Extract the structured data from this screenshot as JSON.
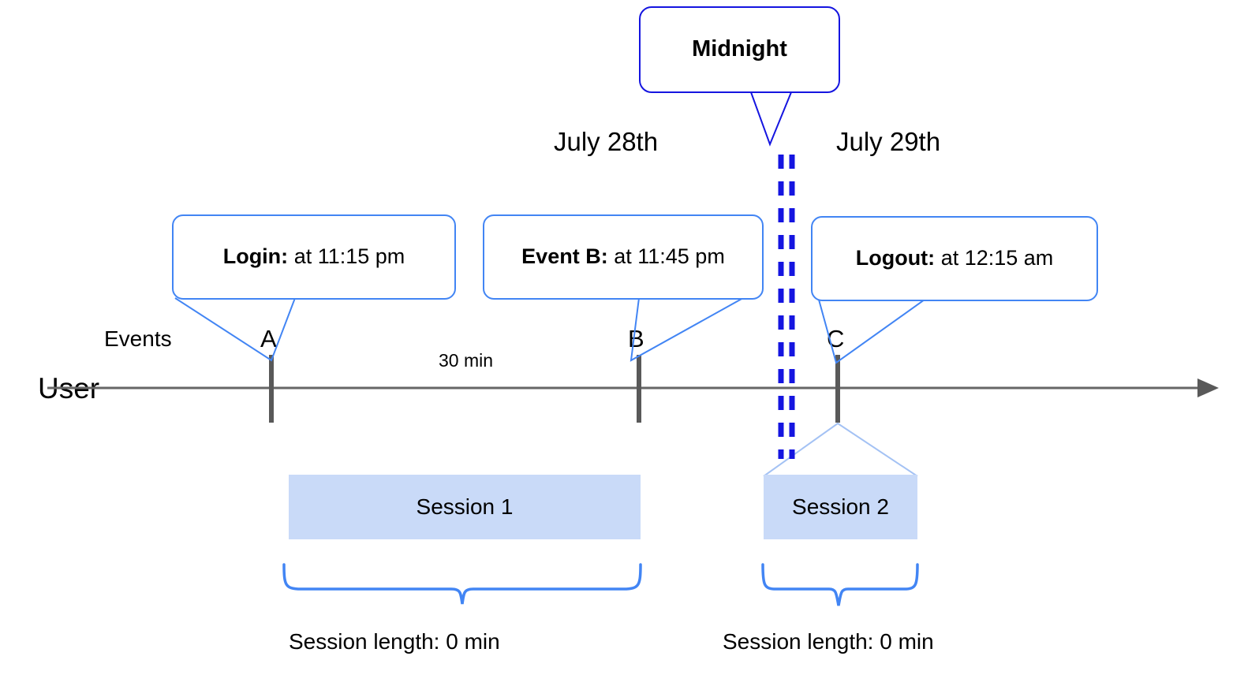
{
  "diagram": {
    "title": "User session timeline across midnight",
    "colors": {
      "callout_border": "#4285f4",
      "midnight_border": "#1515e0",
      "midnight_dash": "#1515e0",
      "session_fill": "#c9daf8",
      "axis": "#666666",
      "tick": "#595959",
      "brace": "#4285f4",
      "text": "#000000"
    }
  },
  "midnight_callout": {
    "label": "Midnight"
  },
  "dates": {
    "left": "July 28th",
    "right": "July 29th"
  },
  "axis": {
    "row_label": "User",
    "events_label": "Events",
    "duration_label": "30 min"
  },
  "events": [
    {
      "letter": "A",
      "title": "Login:",
      "detail": "at 11:15 pm"
    },
    {
      "letter": "B",
      "title": "Event B:",
      "detail": "at 11:45 pm"
    },
    {
      "letter": "C",
      "title": "Logout:",
      "detail": "at 12:15 am"
    }
  ],
  "sessions": [
    {
      "name": "Session 1",
      "length_label": "Session length: 0 min"
    },
    {
      "name": "Session 2",
      "length_label": "Session length: 0 min"
    }
  ],
  "chart_data": {
    "type": "timeline",
    "title": "User session timeline across midnight",
    "axis_label": "User",
    "events": [
      {
        "letter": "A",
        "label": "Login",
        "time": "11:15 pm",
        "date": "July 28th"
      },
      {
        "letter": "B",
        "label": "Event B",
        "time": "11:45 pm",
        "date": "July 28th"
      },
      {
        "letter": "C",
        "label": "Logout",
        "time": "12:15 am",
        "date": "July 29th"
      }
    ],
    "intervals": [
      {
        "from": "A",
        "to": "B",
        "label": "30 min"
      }
    ],
    "boundary": {
      "label": "Midnight",
      "between": [
        "July 28th",
        "July 29th"
      ]
    },
    "sessions": [
      {
        "name": "Session 1",
        "spans": [
          "A",
          "B"
        ],
        "length": "0 min"
      },
      {
        "name": "Session 2",
        "spans": [
          "Midnight",
          "C"
        ],
        "length": "0 min"
      }
    ]
  }
}
